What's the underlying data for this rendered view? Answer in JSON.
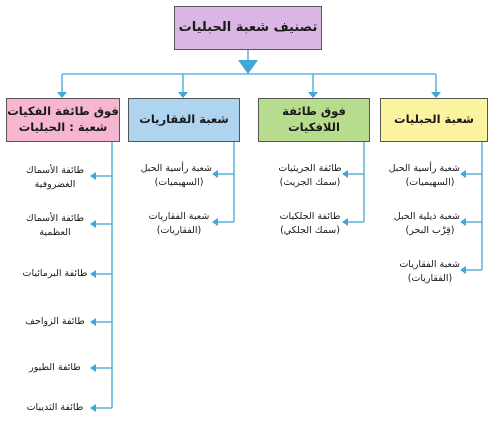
{
  "title": "تصنيف شعبة الحبليات",
  "categories": [
    {
      "label": "شعبة الحبليات",
      "color": "#fbf3a0"
    },
    {
      "label": "فوق طائفة اللافكيات",
      "color": "#b8dc8e"
    },
    {
      "label": "شعبة الفقاريات",
      "color": "#aed4f0"
    },
    {
      "label": "فوق طائفة الفكيات شعبة : الحبليات",
      "color": "#f7b6d0"
    }
  ],
  "groups": {
    "col1": [
      {
        "line1": "شعبة رأسية الحبل",
        "line2": "(السهيميات)"
      },
      {
        "line1": "شعبة ذيلية الحبل",
        "line2": "(قِرْب البحر)"
      },
      {
        "line1": "شعبة الفقاريات",
        "line2": "(الفقاريات)"
      }
    ],
    "col2": [
      {
        "line1": "طائفة الجريثيات",
        "line2": "(سمك الجريث)"
      },
      {
        "line1": "طائفة الجلكيات",
        "line2": "(سمك الجلكي)"
      }
    ],
    "col3": [
      {
        "line1": "شعبة رأسية الحبل",
        "line2": "(السهيميات)"
      },
      {
        "line1": "شعبة الفقاريات",
        "line2": "(الفقاريات)"
      }
    ],
    "col4": [
      {
        "line1": "طائفة الأسماك",
        "line2": "الغضروفية"
      },
      {
        "line1": "طائفة الأسماك",
        "line2": "العظمية"
      },
      {
        "line1": "طائفة البرمائيات",
        "line2": ""
      },
      {
        "line1": "طائفة الزواحف",
        "line2": ""
      },
      {
        "line1": "طائفة الطيور",
        "line2": ""
      },
      {
        "line1": "طائفة الثدييات",
        "line2": ""
      }
    ]
  },
  "colors": {
    "connector": "#3fa7d6"
  }
}
